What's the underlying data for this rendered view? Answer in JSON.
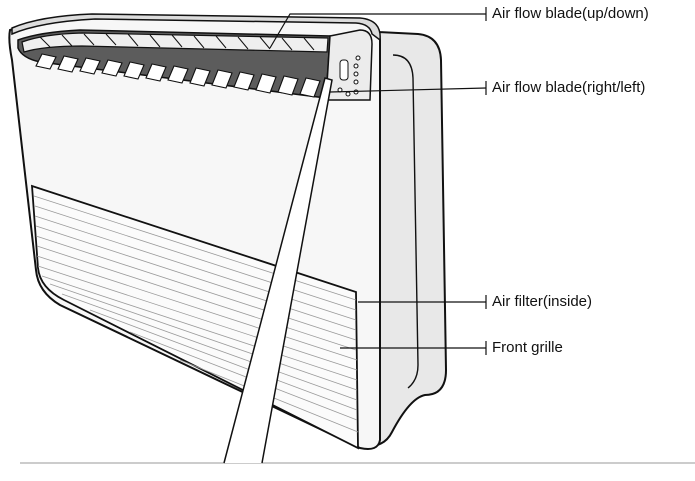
{
  "labels": {
    "updown": "Air flow blade(up/down)",
    "rightleft": "Air flow blade(right/left)",
    "filter": "Air filter(inside)",
    "grille": "Front grille"
  },
  "colors": {
    "outline": "#111111",
    "body_fill": "#f4f4f4",
    "side_fill": "#e6e6e6",
    "slot_fill": "#5a5a5a",
    "blade_fill": "#ffffff"
  }
}
